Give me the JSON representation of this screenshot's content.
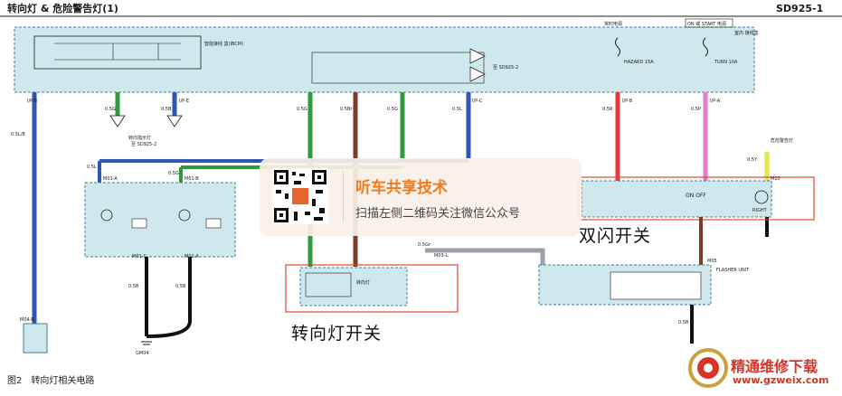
{
  "header": {
    "title": "转向灯 & 危险警告灯(1)",
    "code": "SD925-1"
  },
  "labels": {
    "fuse_hot_always": "常时电源",
    "fuse_on_start": "ON 或 START 电源",
    "hazard_fuse": "HAZARD\n15A",
    "turn_fuse": "TURN\n10A",
    "junction_label": "室内\n接线盒",
    "bcm_label": "智能接线\n盒(IBCM)",
    "bus_label": "至 SD925-2",
    "turn_indicator": "转向指示灯",
    "to_sd": "至 SD925-2",
    "flasher": "FLASHER\nUNIT",
    "ground": "GM04",
    "hazard_lamp": "危险警告灯",
    "led_right": "RIGHT",
    "on_off": "ON  OFF"
  },
  "wires": {
    "w1": "0.5L/B",
    "w2": "0.5G",
    "w3": "0.5B",
    "w4": "0.5G",
    "w5": "0.5Br",
    "w6": "0.5G",
    "w7": "0.5L",
    "w8": "0.5R",
    "w9": "0.5P",
    "w10": "0.5Y",
    "w11": "0.5L",
    "w12": "0.5G",
    "w13": "0.5B",
    "w14": "0.5B",
    "w15": "0.5Gr",
    "w16": "0.5B"
  },
  "connectors": {
    "c1": "I/P-B",
    "c2": "I/P-E",
    "c3": "I/P-E",
    "c4": "I/P-C",
    "c5": "I/P-B",
    "c6": "I/P-A",
    "c7": "M01-A",
    "c8": "M01-B",
    "c9": "M01-C",
    "c10": "M01-A",
    "c11": "M04-B",
    "c12": "M10",
    "c13": "M05",
    "c14": "M03-L"
  },
  "annotations": {
    "hazard_switch": "双闪开关",
    "turn_switch": "转向灯开关"
  },
  "watermark": {
    "title": "听车共享技术",
    "subtitle": "扫描左侧二维码关注微信公众号"
  },
  "caption": "图2　转向灯相关电路",
  "logo": {
    "name": "精通维修下载",
    "url": "www.gzweix.com"
  },
  "colors": {
    "panel": "#cfe8ee",
    "panel_border": "#3b7f95",
    "wire_blue": "#2f56b4",
    "wire_green": "#2f9a3e",
    "wire_brown": "#7d3c2a",
    "wire_red": "#e23a3a",
    "wire_pink": "#e57ad4",
    "wire_yellow": "#e5e54a",
    "wire_black": "#111111",
    "wire_gray": "#9aa1a8",
    "highlight_box": "#e2462f",
    "watermark_title": "#f07a1e"
  }
}
